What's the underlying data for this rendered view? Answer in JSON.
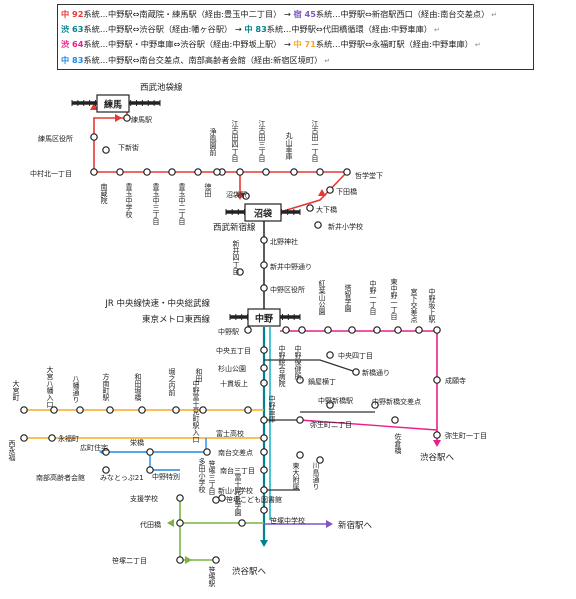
{
  "legend": {
    "rows": [
      {
        "num": "中 92",
        "numColor": "#e53935",
        "text": "系統…中野駅⇔南蔵院・練馬駅（経由:豊玉中二丁目）",
        "num2": "宿 45",
        "num2Color": "#7e57c2",
        "text2": "系統…中野駅⇔新宿駅西口（経由:南台交差点）"
      },
      {
        "num": "渋 63",
        "numColor": "#00838f",
        "text": "系統…中野駅⇔渋谷駅（経由:幡ヶ谷駅）",
        "num2": "中 83",
        "num2Color": "#00838f",
        "text2": "系統…中野駅⇔代田橋循環（経由:中野車庫）"
      },
      {
        "num": "渋 64",
        "numColor": "#e91e8c",
        "text": "系統…中野駅・中野車庫⇔渋谷駅（経由:中野坂上駅）",
        "num2": "中 71",
        "num2Color": "#f9a825",
        "text2": "系統…中野駅⇔永福町駅（経由:中野車庫）"
      },
      {
        "num": "中 83",
        "numColor": "#1e88e5",
        "text": "系統…中野駅⇔南台交差点、南部高齢者会館（経由:新宿区境町）",
        "num2": "",
        "num2Color": "#000",
        "text2": ""
      }
    ],
    "arrow_mid": "→",
    "tail_mark": "↵"
  },
  "map": {
    "nerima_station": "練馬",
    "nakano_station": "中野",
    "numabukuro_station": "沼袋",
    "seibu_ikebukuro": "西武池袋線",
    "seibu_shinjuku": "西武新宿線",
    "jr_line": "JR 中央線快速・中央総武線",
    "metro_line": "東京メトロ東西線",
    "shinjuku_label": "新宿駅へ",
    "shibuya_label_1": "渋谷駅へ",
    "shibuya_label_2": "渋谷駅へ",
    "stations": {
      "s01": "練馬駅",
      "s02": "下新街",
      "s03": "練馬区役所",
      "s04": "中村北一丁目",
      "s05": "南蔵院",
      "s06": "豊玉中学校",
      "s07": "豊玉中三丁目",
      "s08": "豊玉中二丁目",
      "s09": "徳田",
      "s10": "浄風園前",
      "s11": "江古田四丁目",
      "s12": "江古田三丁目",
      "s13": "丸山車庫",
      "s14": "江古田一丁目",
      "s15": "哲学堂下",
      "s16": "下田橋",
      "s17": "沼袋駅",
      "s18": "大下橋",
      "s19": "新井小学校",
      "s20": "北野神社",
      "s21": "新井四丁目",
      "s22": "新井中野通り",
      "s23": "中野区役所",
      "s24": "中野駅",
      "s25": "紅葉山公園",
      "s26": "塔智学園",
      "s27": "中野一丁目",
      "s28": "東中野一丁目",
      "s29": "宮下交差点",
      "s30": "中野坂上駅",
      "s31": "中央五丁目",
      "s32": "杉山公園",
      "s33": "十貫坂上",
      "s34": "中野富士見町駅入口",
      "s35": "中野総合病院",
      "s36": "中野保健所",
      "s37": "鍋屋横丁",
      "s38": "中央四丁目",
      "s39": "新橋通り",
      "s40": "成願寺",
      "s41": "中野車庫",
      "s42": "中野新橋駅",
      "s43": "中野新橋交差点",
      "s44": "弥生町二丁目",
      "s45": "弥生町一丁目",
      "s46": "佐倉橋",
      "s47": "大宮町",
      "s48": "大宮八幡入口",
      "s49": "八幡通り",
      "s50": "方南町駅",
      "s51": "和田堀橋",
      "s52": "堀之内前",
      "s53": "和田",
      "s54": "西永福",
      "s55": "永福町",
      "s56": "富士高校",
      "s57": "南台交差点",
      "s58": "南台三丁目",
      "s59": "東大附属",
      "s60": "川島通り",
      "s61": "新山小学校",
      "s62": "広町住宅",
      "s63": "栄橋",
      "s64": "南部高齢者会館",
      "s65": "みなとっぷ21",
      "s66": "中野特別",
      "s67": "多田小学校",
      "s68": "支援学校",
      "s69": "笹塚こども図書館",
      "s70": "笹塚三丁目",
      "s71": "富士見丘学園",
      "s72": "笹塚中学校",
      "s73": "代田橋",
      "s74": "笹塚二丁目",
      "s75": "笹塚駅"
    }
  },
  "colors": {
    "red": "#e53935",
    "purple": "#7e57c2",
    "teal": "#00838f",
    "magenta": "#e91e8c",
    "orange": "#f9a825",
    "blue": "#1e88e5",
    "green": "#7cb342",
    "cyan": "#00acc1"
  }
}
